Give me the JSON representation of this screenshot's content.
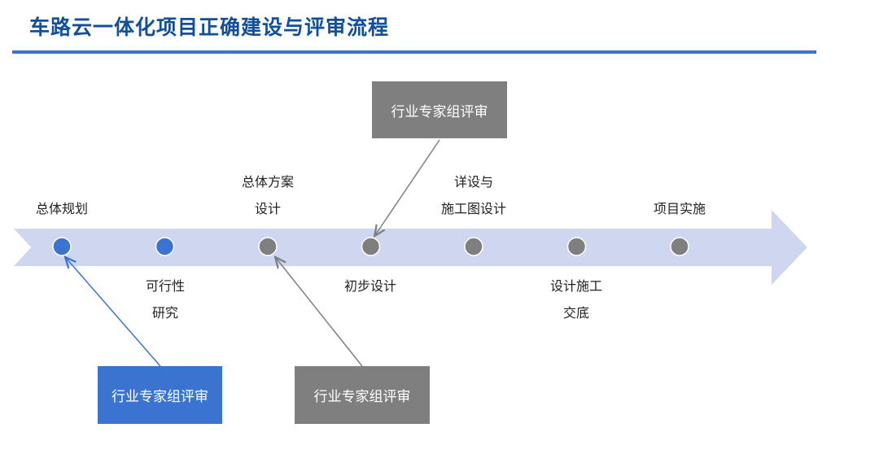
{
  "title": "车路云一体化项目正确建设与评审流程",
  "colors": {
    "accent": "#3a74d0",
    "gray": "#7f7f7f",
    "band": "#cfd7f0",
    "title": "#0f4f9b"
  },
  "stages": [
    {
      "line1": "总体规划",
      "line2": "",
      "done": true
    },
    {
      "line1": "可行性",
      "line2": "研究",
      "done": true
    },
    {
      "line1": "总体方案",
      "line2": "设计",
      "done": false
    },
    {
      "line1": "初步设计",
      "line2": "",
      "done": false
    },
    {
      "line1": "详设与",
      "line2": "施工图设计",
      "done": false
    },
    {
      "line1": "设计施工",
      "line2": "交底",
      "done": false
    },
    {
      "line1": "项目实施",
      "line2": "",
      "done": false
    }
  ],
  "reviews": [
    {
      "label": "行业专家组评审"
    },
    {
      "label": "行业专家组评审"
    },
    {
      "label": "行业专家组评审"
    }
  ]
}
